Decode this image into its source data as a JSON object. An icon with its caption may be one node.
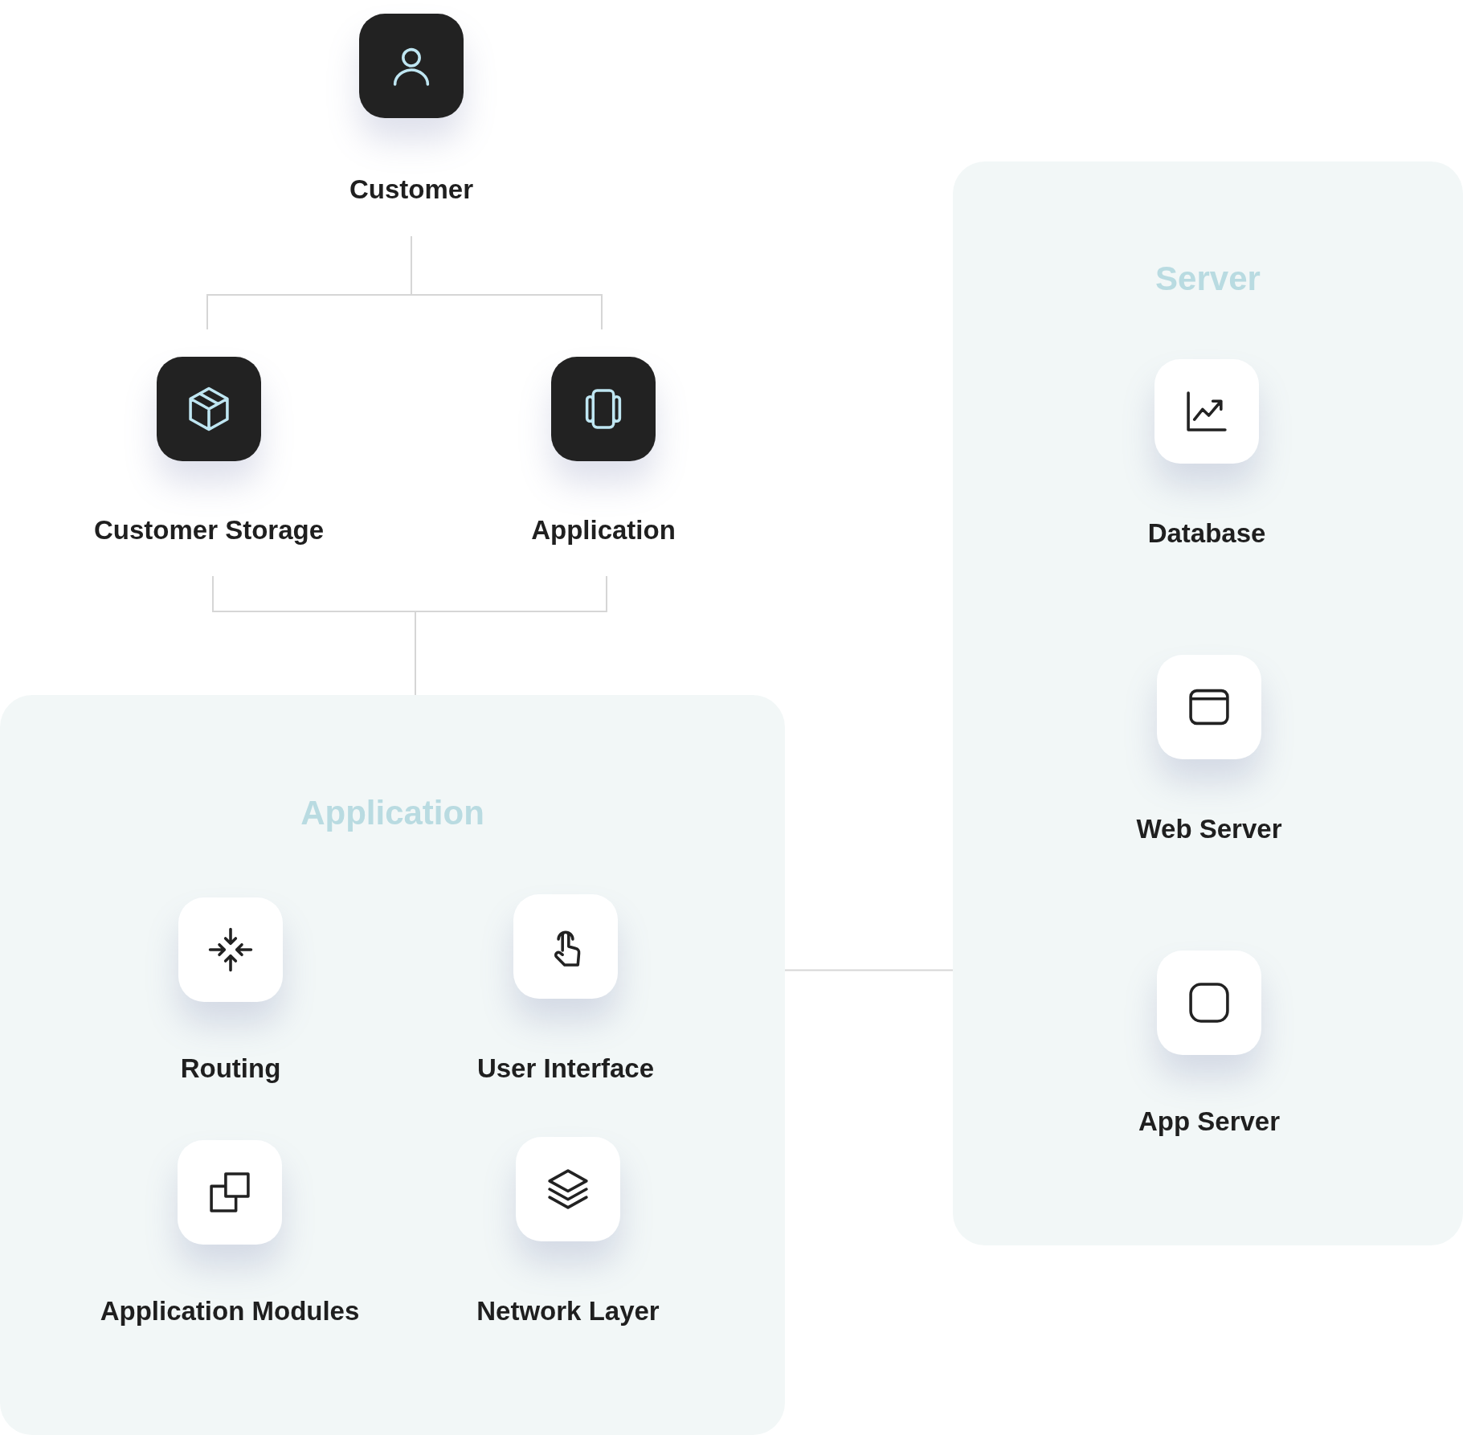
{
  "diagram": {
    "nodes": [
      {
        "text": [
          "Customer"
        ]
      },
      {
        "text": [
          "Customer Storage"
        ]
      },
      {
        "text": [
          "Application"
        ]
      },
      {
        "text": [
          "Application"
        ]
      },
      {
        "text": [
          "Routing"
        ],
        "in": 3
      },
      {
        "text": [
          "User Interface"
        ],
        "in": 3
      },
      {
        "text": [
          "Application Modules"
        ],
        "in": 3
      },
      {
        "text": [
          "Network Layer"
        ],
        "in": 3
      },
      {
        "text": [
          "Server"
        ]
      },
      {
        "text": [
          "Database"
        ],
        "in": 8
      },
      {
        "text": [
          "Web Server"
        ],
        "in": 8
      },
      {
        "text": [
          "App Server"
        ],
        "in": 8
      }
    ],
    "edges": [
      {
        "from": 0,
        "to": 1,
        "arrow": "none"
      },
      {
        "from": 0,
        "to": 2,
        "arrow": "none"
      },
      {
        "from": 1,
        "to": 3,
        "arrow": "none"
      },
      {
        "from": 2,
        "to": 3,
        "arrow": "none"
      },
      {
        "from": 3,
        "to": 8,
        "arrow": "none"
      }
    ]
  }
}
